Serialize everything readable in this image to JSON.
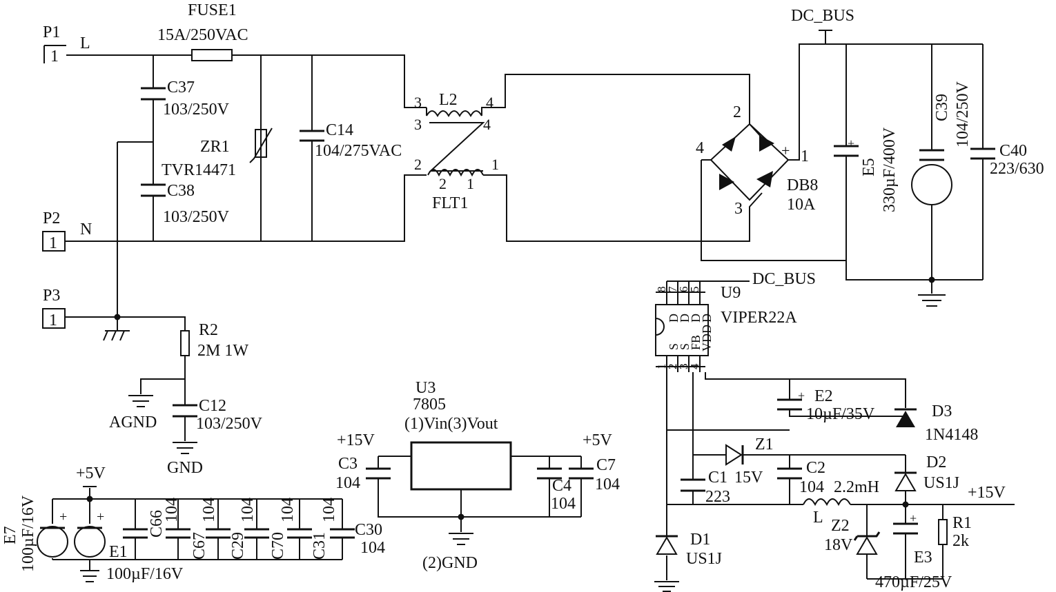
{
  "connectors": {
    "p1": {
      "ref": "P1",
      "pin": "1",
      "net": "L"
    },
    "p2": {
      "ref": "P2",
      "pin": "1",
      "net": "N"
    },
    "p3": {
      "ref": "P3",
      "pin": "1"
    }
  },
  "fuse": {
    "ref": "FUSE1",
    "value": "15A/250VAC"
  },
  "c37": {
    "ref": "C37",
    "value": "103/250V"
  },
  "c38": {
    "ref": "C38",
    "value": "103/250V"
  },
  "zr1": {
    "ref": "ZR1",
    "value": "TVR14471"
  },
  "c14": {
    "ref": "C14",
    "value": "104/275VAC"
  },
  "l2": {
    "ref": "L2",
    "pins": [
      "3",
      "4",
      "3",
      "4"
    ]
  },
  "flt1": {
    "ref": "FLT1",
    "pins": [
      "2",
      "2",
      "1",
      "1"
    ]
  },
  "db8": {
    "ref": "DB8",
    "value": "10A",
    "pins": [
      "2",
      "4",
      "+",
      "1",
      "3"
    ]
  },
  "dc_bus": "DC_BUS",
  "e5": {
    "ref": "E5",
    "value": "330µF/400V",
    "plus": "+"
  },
  "c39": {
    "ref": "C39",
    "value": "104/250V"
  },
  "c40": {
    "ref": "C40",
    "value": "223/630"
  },
  "r2": {
    "ref": "R2",
    "value": "2M 1W"
  },
  "c12": {
    "ref": "C12",
    "value": "103/250V"
  },
  "agnd": "AGND",
  "gnd": "GND",
  "u9": {
    "ref": "U9",
    "part": "VIPER22A",
    "top_pins": [
      "8",
      "7",
      "6",
      "5"
    ],
    "bottom_pins": [
      "1",
      "2",
      "3",
      "4"
    ],
    "pin_names": [
      "S",
      "S",
      "FB",
      "VDD",
      "D",
      "D",
      "D",
      "D"
    ]
  },
  "u3": {
    "ref": "U3",
    "part": "7805",
    "pins": "(1)Vin(3)Vout",
    "gnd": "(2)GND"
  },
  "rail_15v": "+15V",
  "rail_5v": "+5V",
  "c3": {
    "ref": "C3",
    "value": "104"
  },
  "c4": {
    "ref": "C4",
    "value": "104"
  },
  "c7": {
    "ref": "C7",
    "value": "104"
  },
  "e2": {
    "ref": "E2",
    "value": "10µF/35V",
    "plus": "+"
  },
  "d3": {
    "ref": "D3",
    "value": "1N4148"
  },
  "z1": {
    "ref": "Z1",
    "value": "15V"
  },
  "c1": {
    "ref": "C1",
    "value": "223"
  },
  "c2": {
    "ref": "C2",
    "value": "104"
  },
  "l": {
    "ref": "L",
    "value": "2.2mH"
  },
  "d2": {
    "ref": "D2",
    "value": "US1J"
  },
  "d1": {
    "ref": "D1",
    "value": "US1J"
  },
  "z2": {
    "ref": "Z2",
    "value": "18V"
  },
  "e3": {
    "ref": "E3",
    "value": "470µF/25V",
    "plus": "+"
  },
  "r1": {
    "ref": "R1",
    "value": "2k"
  },
  "e7": {
    "ref": "E7",
    "value": "100µF/16V",
    "plus": "+"
  },
  "e1": {
    "ref": "E1",
    "value": "100µF/16V",
    "plus": "+"
  },
  "bank": [
    {
      "ref": "C66",
      "value": "104"
    },
    {
      "ref": "C67",
      "value": "104"
    },
    {
      "ref": "C29",
      "value": "104"
    },
    {
      "ref": "C70",
      "value": "104"
    },
    {
      "ref": "C31",
      "value": "104"
    }
  ],
  "c30": {
    "ref": "C30",
    "value": "104"
  }
}
